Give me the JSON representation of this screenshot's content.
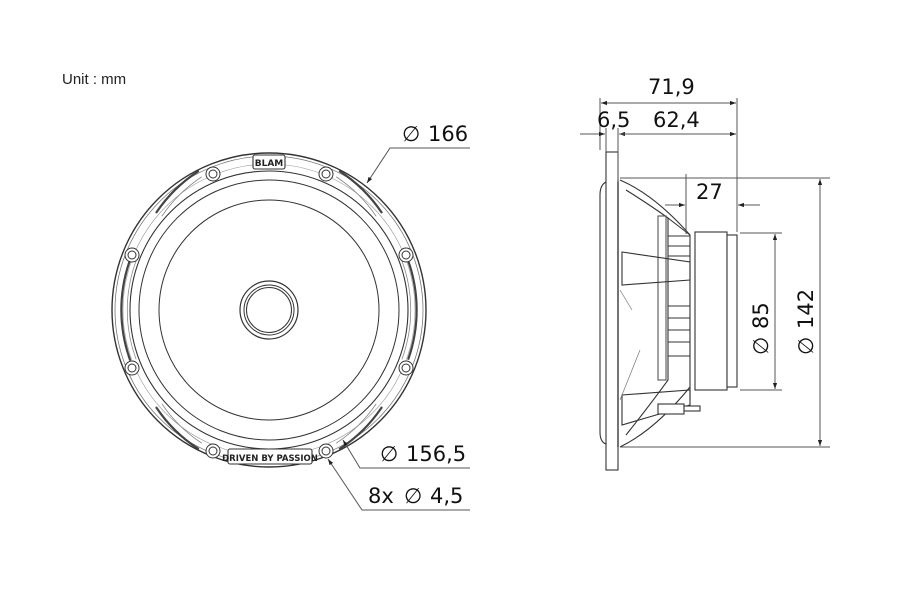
{
  "unit_label": "Unit : mm",
  "front_view": {
    "outer_diameter": "166",
    "mount_diameter": "156,5",
    "holes": "8x",
    "hole_diameter": "4,5",
    "brand_top": "BLAM",
    "brand_bottom": "DRIVEN BY PASSION",
    "diameter_symbol": "∅"
  },
  "side_view": {
    "total_depth": "71,9",
    "flange_thickness": "6,5",
    "mount_depth": "62,4",
    "magnet_depth": "27",
    "magnet_diameter": "85",
    "cutout_diameter": "142",
    "diameter_symbol": "∅"
  },
  "colors": {
    "line": "#333333",
    "dim_line": "#555555",
    "text": "#111111"
  }
}
